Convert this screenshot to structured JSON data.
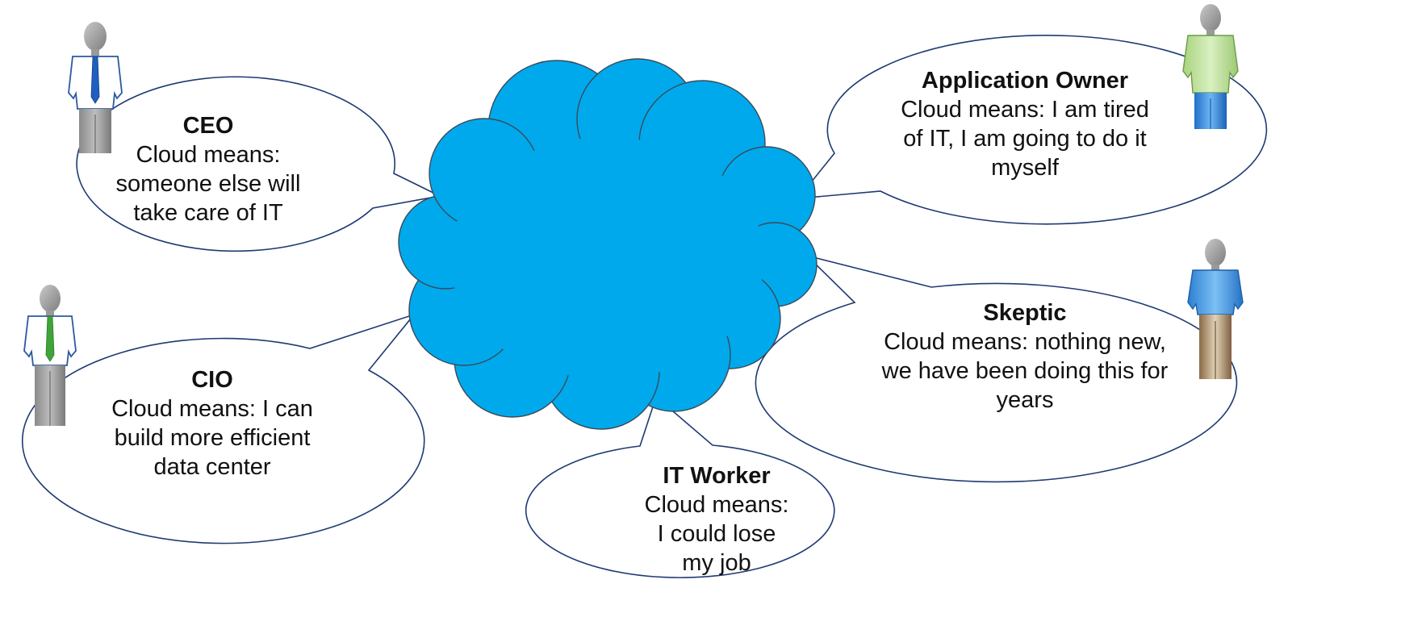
{
  "colors": {
    "cloud_fill": "#00a9ec",
    "outline": "#1f3a73",
    "text": "#111111",
    "bubble_fill": "#ffffff"
  },
  "speakers": [
    {
      "id": "ceo",
      "role": "CEO",
      "quote": "Cloud means: someone else will take care of IT",
      "figure_icon": "businessman-blue-tie-icon"
    },
    {
      "id": "cio",
      "role": "CIO",
      "quote": "Cloud means: I can build more efficient data center",
      "figure_icon": "businessman-green-tie-icon"
    },
    {
      "id": "it-worker",
      "role": "IT Worker",
      "quote": "Cloud means: I could lose my job",
      "figure_icon": null
    },
    {
      "id": "skeptic",
      "role": "Skeptic",
      "quote": "Cloud means: nothing new, we have been doing this for years",
      "figure_icon": "person-blue-polo-icon"
    },
    {
      "id": "app-owner",
      "role": "Application Owner",
      "quote": "Cloud means: I am tired of IT, I am going to do it myself",
      "figure_icon": "person-green-polo-icon"
    }
  ],
  "center_icon": "cloud-icon"
}
